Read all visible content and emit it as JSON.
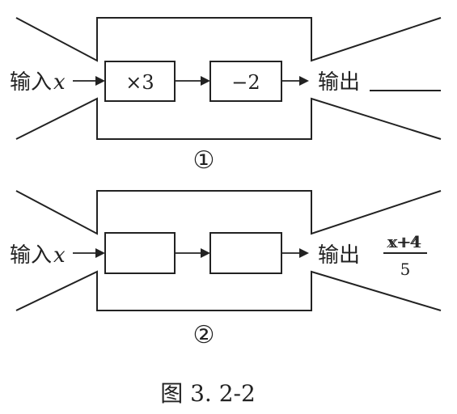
{
  "diagram1": {
    "input_label": "输入",
    "input_var": "x",
    "op1": "×3",
    "op2": "−2",
    "output_label": "输出",
    "output_value": "",
    "caption": "①"
  },
  "diagram2": {
    "input_label": "输入",
    "input_var": "x",
    "op1": "",
    "op2": "",
    "output_label": "输出",
    "output_numerator": "x+4",
    "output_denominator": "5",
    "caption": "②"
  },
  "figure_caption": "图 3. 2-2"
}
